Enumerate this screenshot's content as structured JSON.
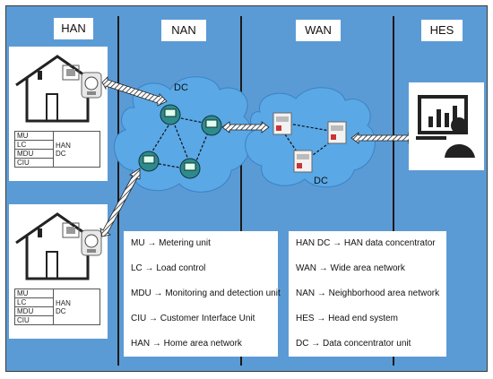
{
  "columns": {
    "han": "HAN",
    "nan": "NAN",
    "wan": "WAN",
    "hes": "HES"
  },
  "labels": {
    "dc_nan": "DC",
    "dc_wan": "DC"
  },
  "han_box": {
    "rows": [
      "MU",
      "LC",
      "MDU",
      "CIU"
    ],
    "side": "HAN\nDC"
  },
  "legend_left": [
    "MU → Metering unit",
    "LC → Load control",
    "MDU → Monitoring and detection unit",
    "CIU → Customer Interface Unit",
    "HAN → Home area network"
  ],
  "legend_right": [
    "HAN DC → HAN data concentrator",
    "WAN → Wide area network",
    "NAN → Neighborhood area network",
    "HES → Head end system",
    "DC → Data concentrator unit"
  ],
  "colors": {
    "background": "#5b9bd5",
    "cloud": "#5aa8e6",
    "meter": "#2e8b8b"
  },
  "icons": [
    "house-icon",
    "smart-meter-icon",
    "cloud-icon",
    "data-concentrator-icon",
    "dashboard-operator-icon"
  ]
}
